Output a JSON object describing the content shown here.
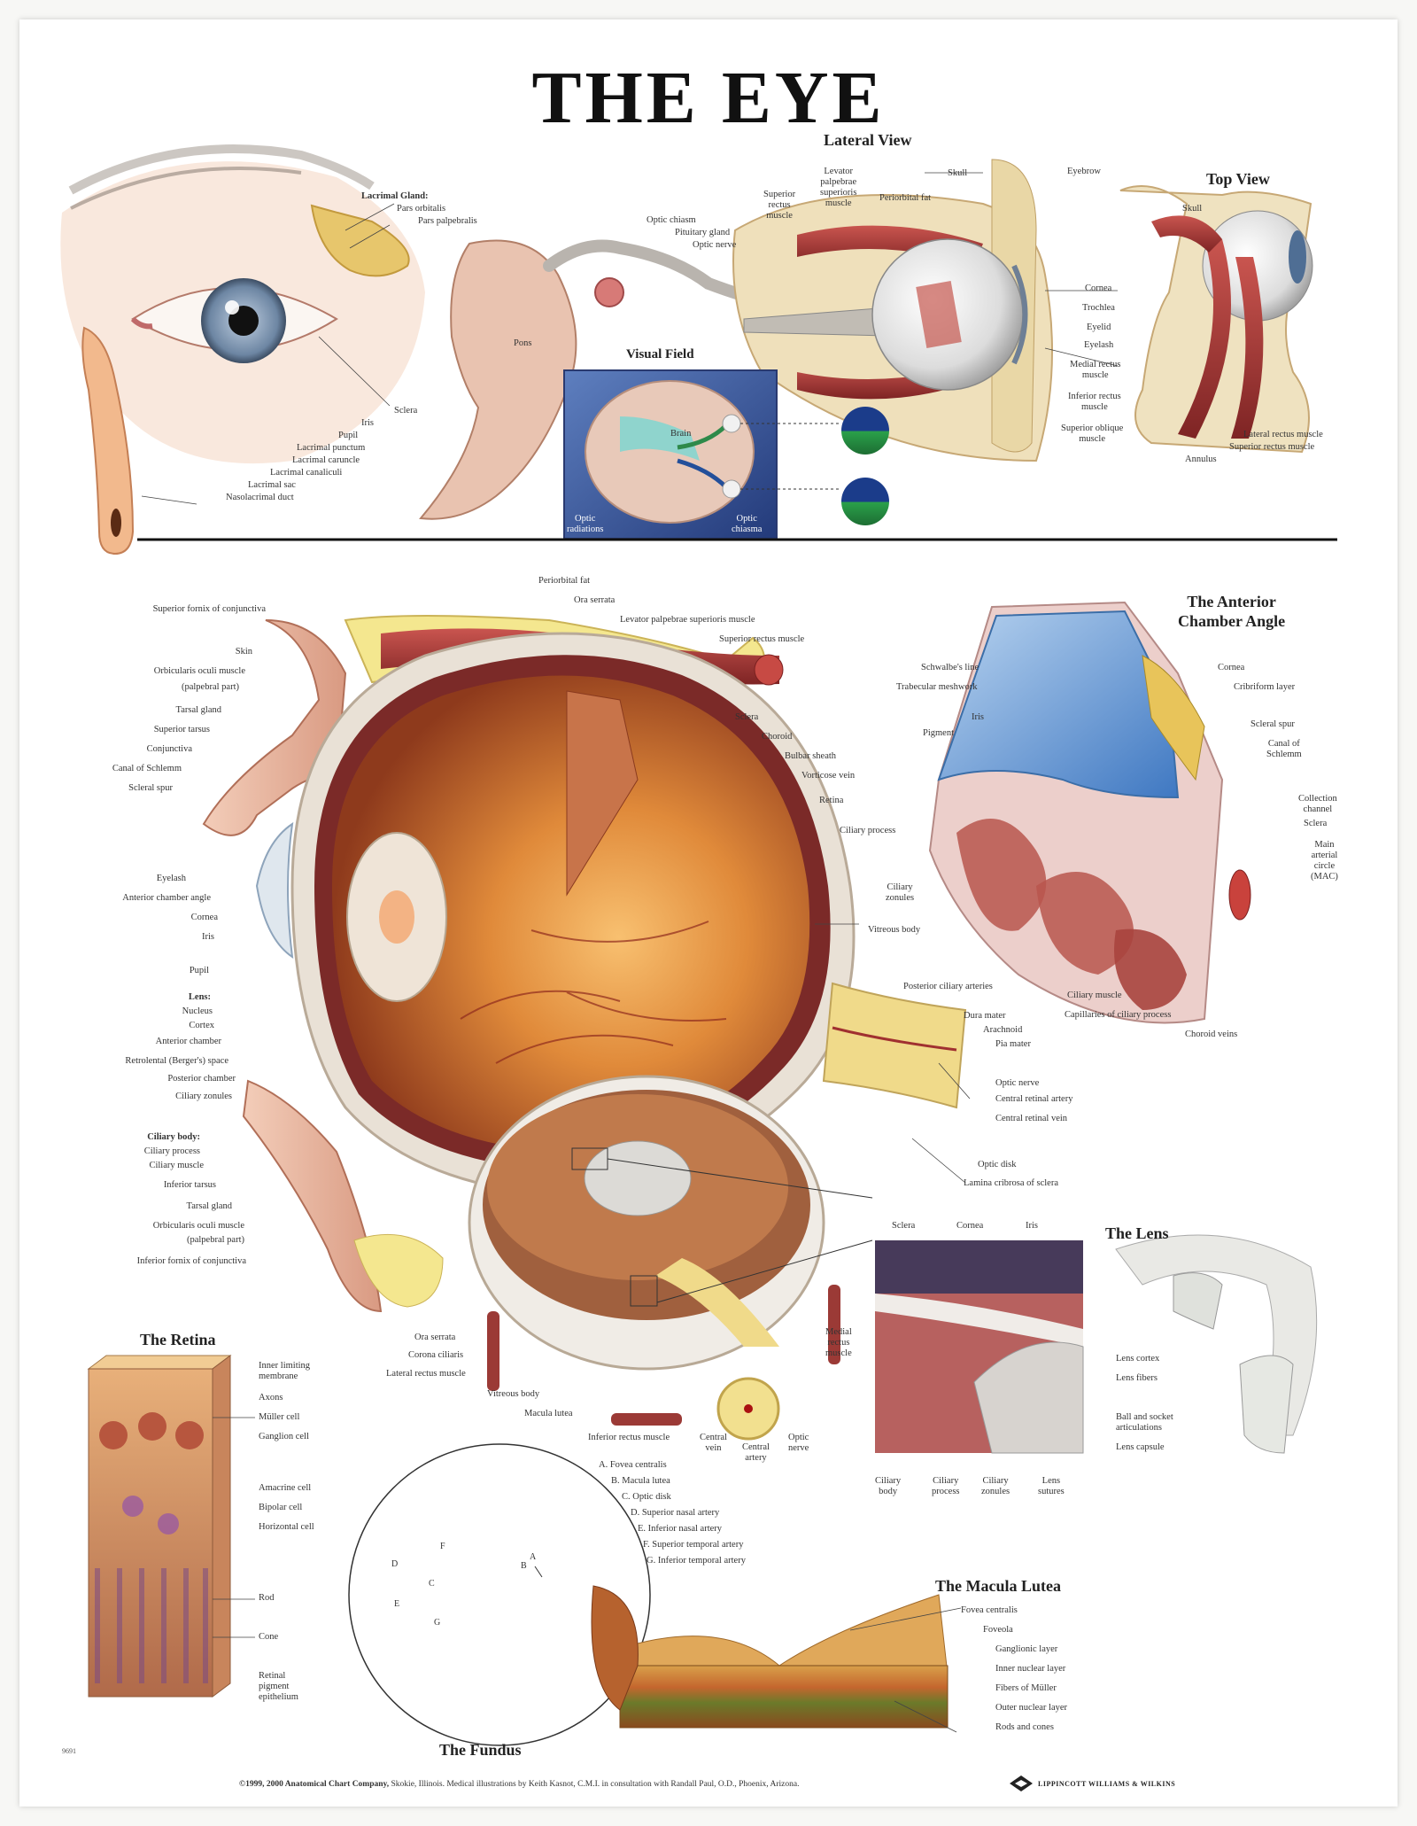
{
  "title": "THE EYE",
  "sections": {
    "lateral_view": "Lateral View",
    "top_view": "Top View",
    "visual_field": "Visual Field",
    "anterior_chamber_angle": "The Anterior\nChamber Angle",
    "the_lens": "The Lens",
    "the_retina": "The Retina",
    "the_fundus": "The Fundus",
    "macula_lutea": "The Macula Lutea"
  },
  "external_eye": {
    "lacrimal_gland": "Lacrimal Gland:",
    "pars_orbitalis": "Pars orbitalis",
    "pars_palpebralis": "Pars palpebralis",
    "sclera": "Sclera",
    "iris": "Iris",
    "pupil": "Pupil",
    "lacrimal_punctum": "Lacrimal punctum",
    "lacrimal_caruncle": "Lacrimal caruncle",
    "lacrimal_canaliculi": "Lacrimal canaliculi",
    "lacrimal_sac": "Lacrimal sac",
    "nasolacrimal_duct": "Nasolacrimal duct",
    "pons": "Pons",
    "optic_chiasm": "Optic chiasm",
    "pituitary_gland": "Pituitary gland",
    "optic_nerve": "Optic nerve"
  },
  "lateral": {
    "superior_rectus": "Superior\nrectus\nmuscle",
    "levator": "Levator\npalpebrae\nsuperioris\nmuscle",
    "periorbital_fat": "Periorbital fat",
    "skull": "Skull",
    "eyebrow": "Eyebrow",
    "cornea": "Cornea",
    "trochlea": "Trochlea",
    "eyelid": "Eyelid",
    "eyelash": "Eyelash",
    "medial_rectus": "Medial rectus\nmuscle",
    "inferior_rectus": "Inferior rectus\nmuscle",
    "superior_oblique": "Superior oblique\nmuscle",
    "top_skull": "Skull",
    "lateral_rectus": "Lateral rectus muscle",
    "top_superior_rectus": "Superior rectus muscle",
    "annulus": "Annulus"
  },
  "visual_field": {
    "brain": "Brain",
    "optic_radiations": "Optic\nradiations",
    "optic_chiasma": "Optic\nchiasma"
  },
  "main_left": [
    "Superior fornix of conjunctiva",
    "Skin",
    "Orbicularis oculi muscle",
    "(palpebral part)",
    "Tarsal gland",
    "Superior tarsus",
    "Conjunctiva",
    "Canal of Schlemm",
    "Scleral spur",
    "Eyelash",
    "Anterior chamber angle",
    "Cornea",
    "Iris",
    "Pupil",
    "Lens:",
    "Nucleus",
    "Cortex",
    "Anterior chamber",
    "Retrolental (Berger's) space",
    "Posterior chamber",
    "Ciliary zonules",
    "Ciliary body:",
    "Ciliary process",
    "Ciliary muscle",
    "Inferior tarsus",
    "Tarsal gland",
    "Orbicularis oculi muscle",
    "(palpebral part)",
    "Inferior fornix of conjunctiva"
  ],
  "main_top": [
    "Periorbital fat",
    "Ora serrata",
    "Levator palpebrae superioris muscle",
    "Superior rectus muscle"
  ],
  "main_right": [
    "Sclera",
    "Choroid",
    "Bulbar sheath",
    "Vorticose vein",
    "Retina",
    "Ciliary process",
    "Vitreous body",
    "Posterior ciliary arteries",
    "Dura mater",
    "Arachnoid",
    "Pia mater",
    "Optic nerve",
    "Central retinal artery",
    "Central retinal vein",
    "Optic disk",
    "Lamina cribrosa of sclera"
  ],
  "anterior": {
    "schwalbe": "Schwalbe's line",
    "trabecular": "Trabecular meshwork",
    "iris": "Iris",
    "pigment": "Pigment",
    "cornea": "Cornea",
    "cribriform": "Cribriform layer",
    "scleral_spur": "Scleral spur",
    "canal_schlemm": "Canal of\nSchlemm",
    "collection": "Collection\nchannel",
    "sclera": "Sclera",
    "mac": "Main\narterial\ncircle\n(MAC)",
    "ciliary_zonules": "Ciliary\nzonules",
    "ciliary_muscle": "Ciliary muscle",
    "capillaries": "Capillaries of ciliary process",
    "choroid_veins": "Choroid veins"
  },
  "lower_eye": {
    "ora_serrata": "Ora serrata",
    "corona_ciliaris": "Corona ciliaris",
    "lateral_rectus": "Lateral rectus muscle",
    "vitreous_body": "Vitreous body",
    "macula_lutea": "Macula lutea",
    "inferior_rectus": "Inferior rectus muscle",
    "central_vein": "Central\nvein",
    "central_artery": "Central\nartery",
    "optic_nerve": "Optic\nnerve",
    "medial_rectus": "Medial\nrectus\nmuscle"
  },
  "lens": {
    "sclera": "Sclera",
    "cornea": "Cornea",
    "iris": "Iris",
    "lens_cortex": "Lens cortex",
    "lens_fibers": "Lens fibers",
    "ball_socket": "Ball and socket\narticulations",
    "lens_capsule": "Lens capsule",
    "ciliary_body": "Ciliary\nbody",
    "ciliary_process": "Ciliary\nprocess",
    "ciliary_zonules": "Ciliary\nzonules",
    "lens_sutures": "Lens\nsutures"
  },
  "retina": [
    "Inner limiting\nmembrane",
    "Axons",
    "Müller cell",
    "Ganglion cell",
    "Amacrine cell",
    "Bipolar cell",
    "Horizontal cell",
    "Rod",
    "Cone",
    "Retinal\npigment\nepithelium"
  ],
  "fundus": {
    "legend": [
      "A. Fovea centralis",
      "B. Macula lutea",
      "C. Optic disk",
      "D. Superior nasal artery",
      "E. Inferior nasal artery",
      "F. Superior temporal artery",
      "G. Inferior temporal artery"
    ],
    "letters": {
      "a": "A",
      "b": "B",
      "c": "C",
      "d": "D",
      "e": "E",
      "f": "F",
      "g": "G"
    }
  },
  "macula": [
    "Fovea centralis",
    "Foveola",
    "Ganglionic layer",
    "Inner nuclear layer",
    "Fibers of Müller",
    "Outer nuclear layer",
    "Rods and cones"
  ],
  "footer": {
    "code": "9691",
    "copyright_bold": "©1999, 2000 Anatomical Chart Company,",
    "copyright_rest": " Skokie, Illinois. Medical illustrations by Keith Kasnot, C.M.I. in consultation with Randall Paul, O.D., Phoenix, Arizona.",
    "publisher": "LIPPINCOTT WILLIAMS & WILKINS"
  },
  "colors": {
    "muscle": "#b23a3a",
    "fat": "#f1df8a",
    "skin": "#e9b9a3",
    "sclera": "#f2efea",
    "iris": "#7d95b0",
    "choroid": "#8c2f2f",
    "vitreous": "#d87a2e",
    "meshwork": "#6fa0d8"
  }
}
